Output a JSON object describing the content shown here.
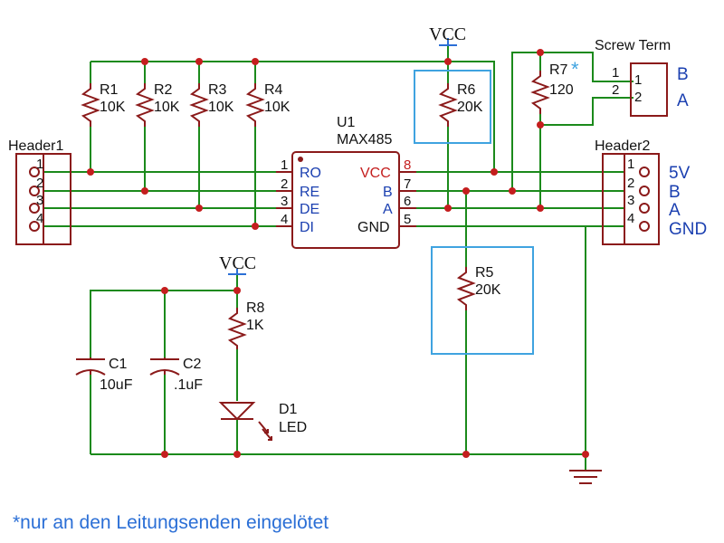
{
  "header1": {
    "name": "Header1",
    "pins": [
      "1",
      "2",
      "3",
      "4"
    ]
  },
  "header2": {
    "name": "Header2",
    "pins": [
      "1",
      "2",
      "3",
      "4"
    ],
    "signals": [
      "5V",
      "B",
      "A",
      "GND"
    ]
  },
  "screw_term": {
    "name": "Screw Term",
    "pins": [
      "1",
      "2"
    ],
    "signals": [
      "B",
      "A"
    ],
    "outer_pins": [
      "1",
      "2"
    ]
  },
  "u1": {
    "ref": "U1",
    "part": "MAX485",
    "left_pins": [
      {
        "num": "1",
        "name": "RO"
      },
      {
        "num": "2",
        "name": "RE"
      },
      {
        "num": "3",
        "name": "DE"
      },
      {
        "num": "4",
        "name": "DI"
      }
    ],
    "right_pins": [
      {
        "num": "8",
        "name": "VCC"
      },
      {
        "num": "7",
        "name": "B"
      },
      {
        "num": "6",
        "name": "A"
      },
      {
        "num": "5",
        "name": "GND"
      }
    ]
  },
  "resistors": {
    "r1": {
      "ref": "R1",
      "value": "10K"
    },
    "r2": {
      "ref": "R2",
      "value": "10K"
    },
    "r3": {
      "ref": "R3",
      "value": "10K"
    },
    "r4": {
      "ref": "R4",
      "value": "10K"
    },
    "r5": {
      "ref": "R5",
      "value": "20K"
    },
    "r6": {
      "ref": "R6",
      "value": "20K"
    },
    "r7": {
      "ref": "R7",
      "value": "120",
      "marker": "*"
    },
    "r8": {
      "ref": "R8",
      "value": "1K"
    }
  },
  "capacitors": {
    "c1": {
      "ref": "C1",
      "value": "10uF"
    },
    "c2": {
      "ref": "C2",
      "value": ".1uF"
    }
  },
  "diode": {
    "ref": "D1",
    "value": "LED"
  },
  "power": {
    "vcc_top": "VCC",
    "vcc_left": "VCC"
  },
  "footnote": "*nur an den Leitungsenden eingelötet"
}
